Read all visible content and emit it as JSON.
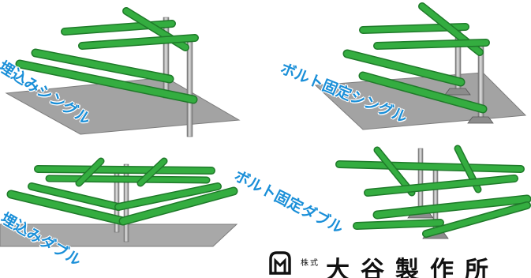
{
  "labels": {
    "embedded_single": "埋込みシングル",
    "bolted_single": "ボルト固定シングル",
    "embedded_double": "埋込みダブル",
    "bolted_double": "ボルト固定ダブル"
  },
  "company": {
    "prefix": "株式",
    "name": "大谷製作所"
  },
  "colors": {
    "pipe": "#2fa33a",
    "pipe_dark": "#1f7a2a",
    "post": "#9a9a9a",
    "ground": "#9c9c9c",
    "label": "#1a8fd8"
  }
}
